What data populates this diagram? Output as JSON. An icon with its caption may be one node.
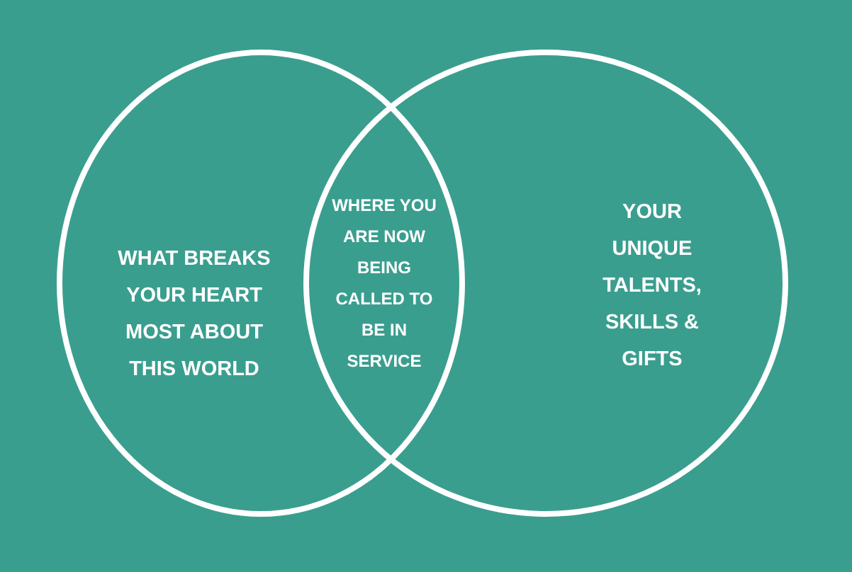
{
  "diagram": {
    "nodes": [
      {
        "text": [
          "WHAT BREAKS YOUR HEART MOST ABOUT THIS WORLD"
        ]
      },
      {
        "text": [
          "YOUR UNIQUE TALENTS, SKILLS & GIFTS"
        ]
      },
      {
        "text": [
          "WHERE YOU ARE NOW BEING CALLED TO BE IN SERVICE"
        ]
      }
    ]
  }
}
